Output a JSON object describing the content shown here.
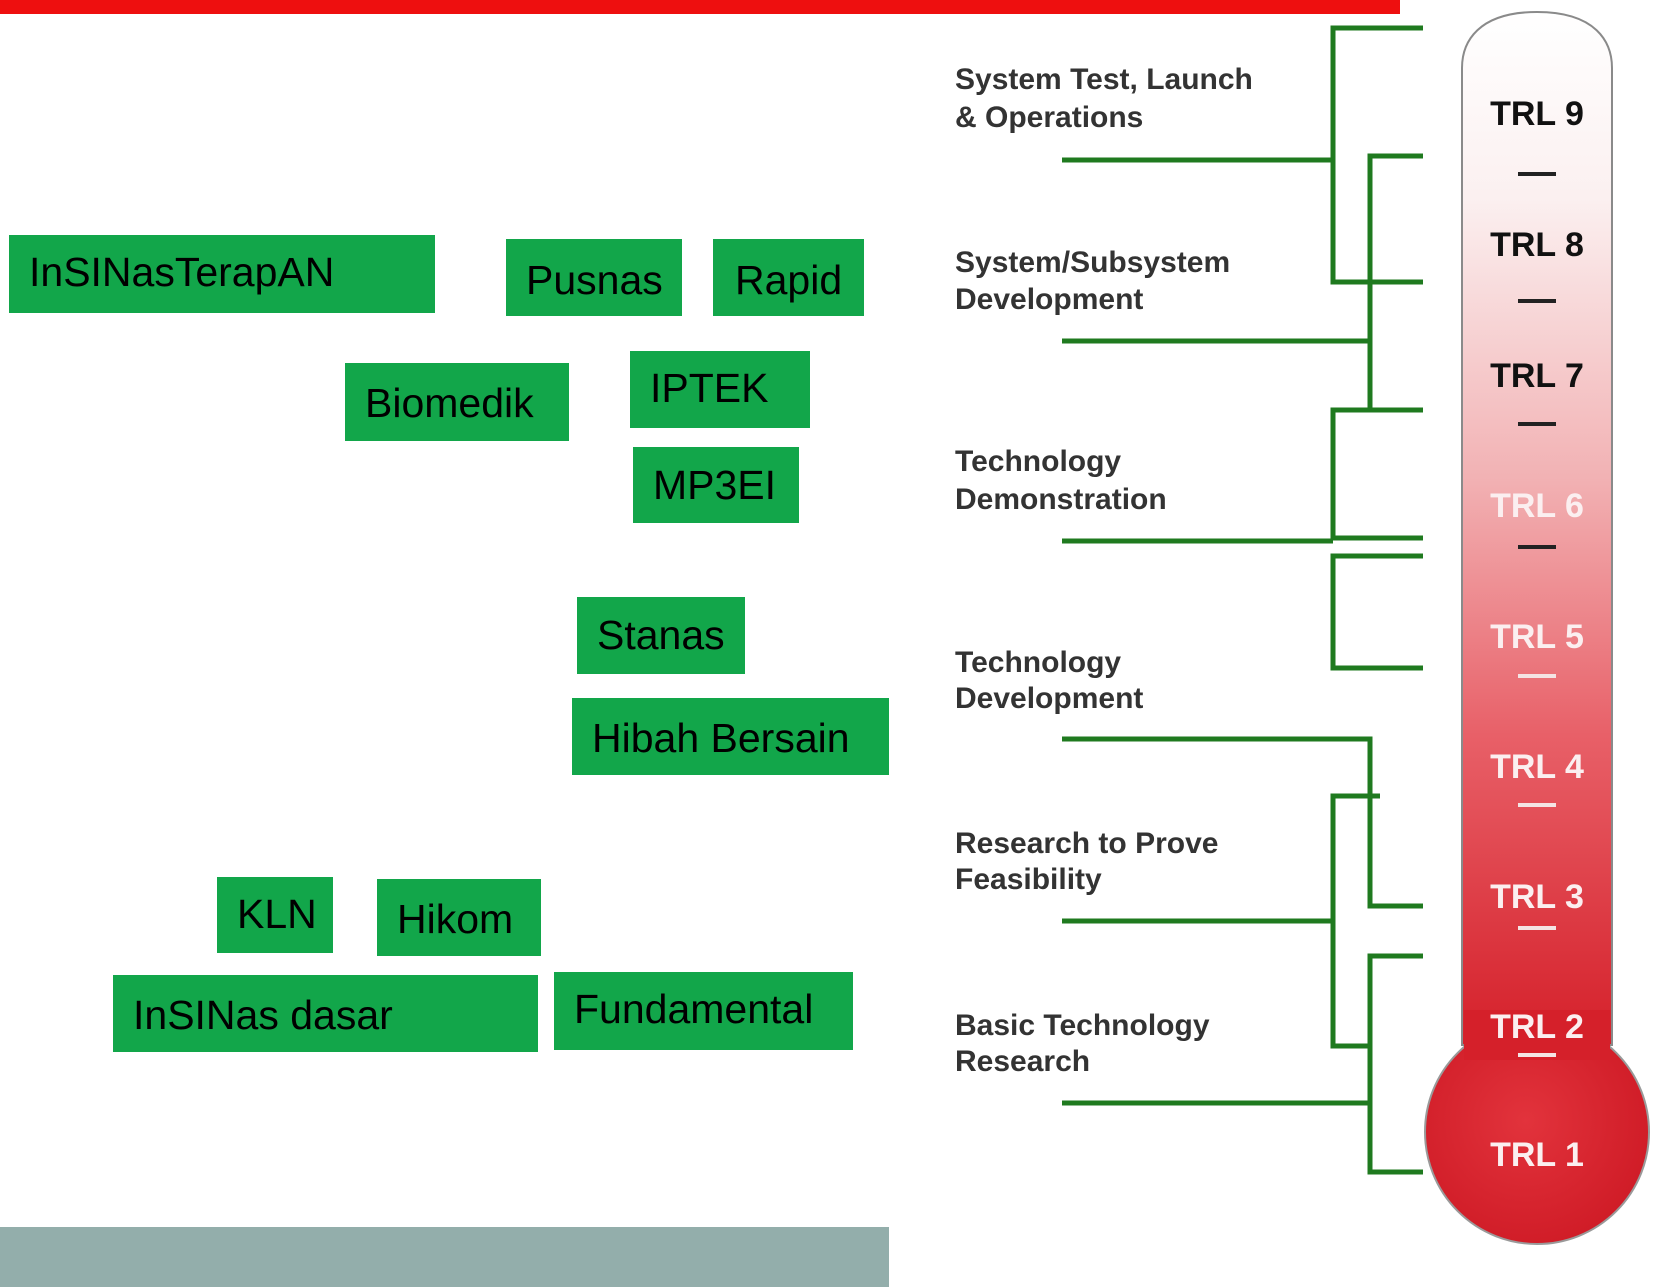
{
  "colors": {
    "header_bar": "#ee0f0f",
    "program_box": "#12a64a",
    "bracket": "#1f7a1f",
    "footer_band": "#93aeab",
    "thermo_top": "#ffffff",
    "thermo_bottom": "#d5202a"
  },
  "programs": [
    {
      "label": "InSINasTerapAN"
    },
    {
      "label": "Pusnas"
    },
    {
      "label": "Rapid"
    },
    {
      "label": "Biomedik"
    },
    {
      "label": "IPTEK"
    },
    {
      "label": "MP3EI"
    },
    {
      "label": "Stanas"
    },
    {
      "label": "Hibah Bersain"
    },
    {
      "label": "KLN"
    },
    {
      "label": "Hikom"
    },
    {
      "label": "InSINas  dasar"
    },
    {
      "label": "Fundamental"
    }
  ],
  "stages": [
    {
      "line1": "System Test, Launch",
      "line2": "& Operations"
    },
    {
      "line1": "System/Subsystem",
      "line2": "Development"
    },
    {
      "line1": "Technology",
      "line2": "Demonstration"
    },
    {
      "line1": "Technology",
      "line2": "Development"
    },
    {
      "line1": "Research to Prove",
      "line2": "Feasibility"
    },
    {
      "line1": "Basic Technology",
      "line2": "Research"
    }
  ],
  "trl_levels": [
    {
      "label": "TRL 9"
    },
    {
      "label": "TRL 8"
    },
    {
      "label": "TRL 7"
    },
    {
      "label": "TRL 6"
    },
    {
      "label": "TRL 5"
    },
    {
      "label": "TRL 4"
    },
    {
      "label": "TRL 3"
    },
    {
      "label": "TRL 2"
    },
    {
      "label": "TRL 1"
    }
  ]
}
